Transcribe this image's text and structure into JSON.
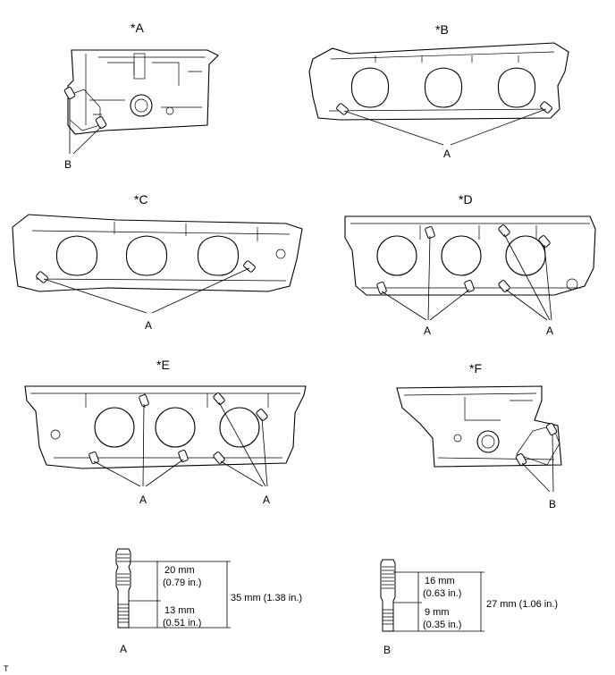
{
  "views": {
    "a": {
      "title": "*A",
      "callouts": [
        "B"
      ]
    },
    "b": {
      "title": "*B",
      "callouts": [
        "A"
      ]
    },
    "c": {
      "title": "*C",
      "callouts": [
        "A"
      ]
    },
    "d": {
      "title": "*D",
      "callouts": [
        "A",
        "A"
      ]
    },
    "e": {
      "title": "*E",
      "callouts": [
        "A",
        "A"
      ]
    },
    "f": {
      "title": "*F",
      "callouts": [
        "B"
      ]
    }
  },
  "studs": {
    "a": {
      "label": "A",
      "upper": {
        "value": "20 mm",
        "alt": "(0.79 in.)"
      },
      "lower": {
        "value": "13 mm",
        "alt": "(0.51 in.)"
      },
      "total": "35 mm (1.38 in.)"
    },
    "b": {
      "label": "B",
      "upper": {
        "value": "16 mm",
        "alt": "(0.63 in.)"
      },
      "lower": {
        "value": "9 mm",
        "alt": "(0.35 in.)"
      },
      "total": "27 mm (1.06 in.)"
    }
  },
  "footer": {
    "mark": "T"
  }
}
